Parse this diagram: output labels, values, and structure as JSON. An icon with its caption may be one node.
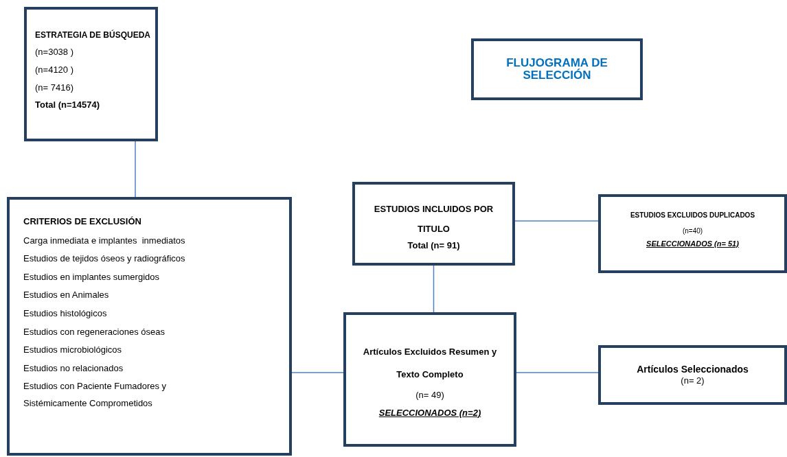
{
  "diagram": {
    "nodes": [
      {
        "text": [
          "FLUJOGRAMA DE SELECCIÓN"
        ]
      },
      {
        "text": [
          "ESTRATEGIA DE BÚSQUEDA",
          "(n=3038 )",
          "(n=4120 )",
          "(n= 7416)",
          "Total (n=14574)"
        ]
      },
      {
        "text": [
          "CRITERIOS DE EXCLUSIÓN",
          "Carga inmediata e implantes  inmediatos",
          "Estudios de tejidos óseos y radiográficos",
          "Estudios en implantes sumergidos",
          "Estudios en Animales",
          "Estudios histológicos",
          "Estudios con regeneraciones óseas",
          "Estudios microbiológicos",
          "Estudios no relacionados",
          "Estudios con Paciente Fumadores y",
          "Sistémicamente Comprometidos"
        ]
      },
      {
        "text": [
          "ESTUDIOS INCLUIDOS POR TITULO",
          "Total (n= 91)"
        ]
      },
      {
        "text": [
          "ESTUDIOS EXCLUIDOS DUPLICADOS",
          "(n=40)",
          "SELECCIONADOS (n= 51)"
        ]
      },
      {
        "text": [
          "Artículos Excluidos Resumen y Texto Completo",
          "(n= 49)",
          "SELECCIONADOS (n=2)"
        ]
      },
      {
        "text": [
          "Artículos Seleccionados",
          "(n= 2)"
        ]
      }
    ],
    "edges": [
      {
        "from": 1,
        "to": 2,
        "arrow": "none"
      },
      {
        "from": 3,
        "to": 4,
        "arrow": "none"
      },
      {
        "from": 3,
        "to": 5,
        "arrow": "none"
      },
      {
        "from": 2,
        "to": 5,
        "arrow": "none"
      },
      {
        "from": 5,
        "to": 6,
        "arrow": "none"
      }
    ]
  }
}
